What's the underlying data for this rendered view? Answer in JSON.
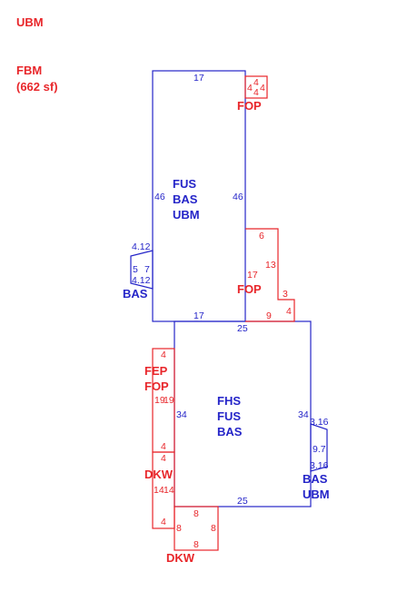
{
  "header": {
    "top_label": "UBM",
    "area_code": "FBM",
    "area_value": "(662 sf)"
  },
  "labels": {
    "upper_main": [
      "FUS",
      "BAS",
      "UBM"
    ],
    "lower_main": [
      "FHS",
      "FUS",
      "BAS"
    ],
    "left_bay": "BAS",
    "right_bay": [
      "BAS",
      "UBM"
    ],
    "porch_top": "FOP",
    "porch_step": "FOP",
    "porch_left": [
      "FEP",
      "FOP"
    ],
    "deck_left": "DKW",
    "deck_bottom": "DKW"
  },
  "dimensions": {
    "upper_top": "17",
    "upper_left": "46",
    "upper_right": "46",
    "upper_bottom": "17",
    "lower_top": "25",
    "lower_left": "34",
    "lower_right": "34",
    "lower_bottom": "25",
    "fop_top": [
      "4",
      "4",
      "4",
      "4"
    ],
    "step": [
      "6",
      "13",
      "17",
      "3",
      "9",
      "4"
    ],
    "left_bay": [
      "4.12",
      "5",
      "7",
      "4.12"
    ],
    "right_bay": [
      "3.16",
      "9.7",
      "3.16"
    ],
    "porch_left": [
      "4",
      "19",
      "19",
      "4"
    ],
    "deck_left": [
      "4",
      "14",
      "14",
      "4"
    ],
    "deck_bottom": [
      "8",
      "8",
      "8",
      "8"
    ]
  },
  "colors": {
    "red": "#e8262a",
    "blue": "#2424c8"
  }
}
